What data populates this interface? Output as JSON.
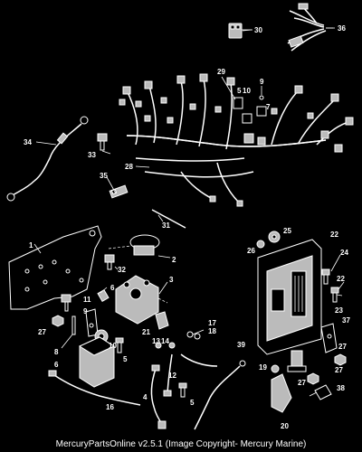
{
  "caption": "MercuryPartsOnline v2.5.1 (Image Copyright- Mercury Marine)",
  "callouts": [
    "1",
    "2",
    "3",
    "4",
    "5",
    "5",
    "6",
    "7",
    "8",
    "9",
    "9",
    "10",
    "10",
    "11",
    "12",
    "13",
    "14",
    "15",
    "16",
    "17",
    "18",
    "19",
    "20",
    "21",
    "22",
    "22",
    "23",
    "24",
    "25",
    "26",
    "27",
    "27",
    "27",
    "28",
    "29",
    "30",
    "31",
    "32",
    "33",
    "34",
    "35",
    "36",
    "37",
    "38",
    "39"
  ]
}
